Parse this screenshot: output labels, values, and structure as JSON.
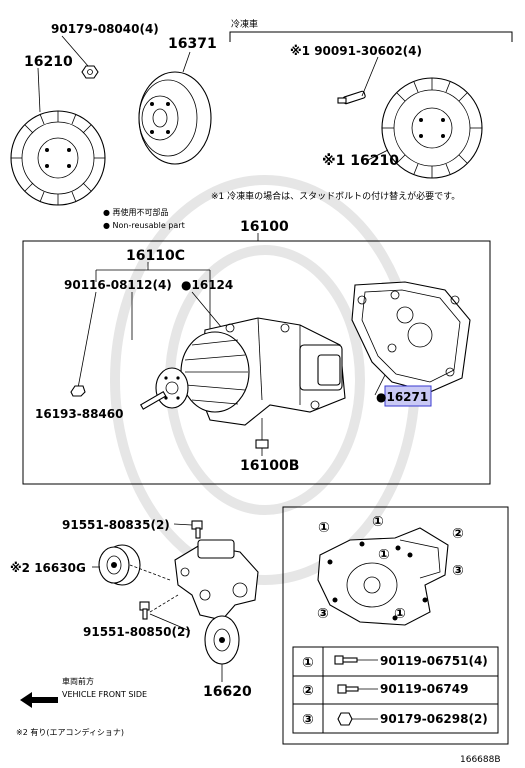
{
  "labels": {
    "p90179_08040": "90179-08040(4)",
    "p16371": "16371",
    "p16210": "16210",
    "cold_header": "冷凍車",
    "p90091_30602": "※1 90091-30602(4)",
    "p16210_cold": "※1 16210",
    "note1": "※1 冷凍車の場合は、スタッドボルトの付け替えが必要です。",
    "legend_jp": "● 再使用不可部品",
    "legend_en": "● Non-reusable part",
    "p16100": "16100",
    "p16110c": "16110C",
    "p90116_08112": "90116-08112(4)",
    "p16124": "●16124",
    "p16271": "●16271",
    "p16193_88460": "16193-88460",
    "p16100b": "16100B",
    "p91551_80835": "91551-80835(2)",
    "p16630g": "※2 16630G",
    "p91551_80850": "91551-80850(2)",
    "p16620": "16620",
    "front_jp": "車両前方",
    "front_en": "VEHICLE FRONT SIDE",
    "note2": "※2 有り(エアコンディショナ)",
    "figure_id": "166688B"
  },
  "inset": {
    "markers": [
      "①",
      "①",
      "②",
      "①",
      "③",
      "③",
      "①"
    ],
    "table": [
      {
        "key": "①",
        "part": "90119-06751(4)"
      },
      {
        "key": "②",
        "part": "90119-06749"
      },
      {
        "key": "③",
        "part": "90179-06298(2)"
      }
    ]
  },
  "colors": {
    "highlight": "#c9c9f5",
    "highlight_border": "#3a3ad0"
  }
}
